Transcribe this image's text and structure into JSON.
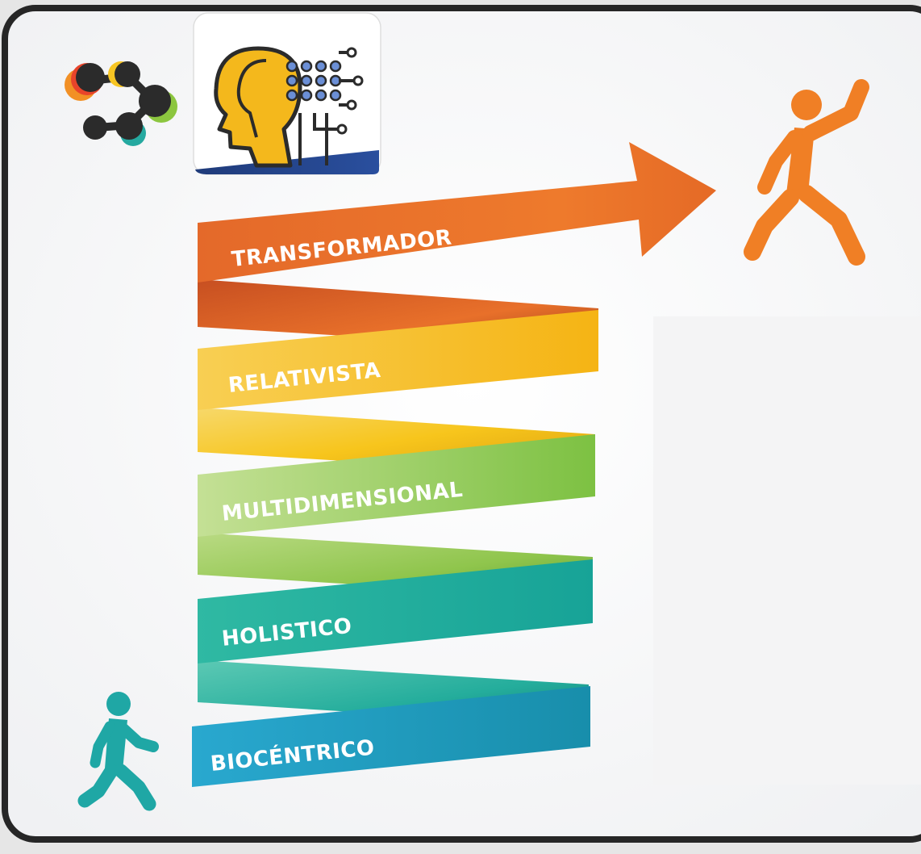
{
  "diagram": {
    "steps": [
      {
        "label": "TRANSFORMADOR",
        "color": "#e8702a"
      },
      {
        "label": "RELATIVISTA",
        "color": "#f6c31d"
      },
      {
        "label": "MULTIDIMENSIONAL",
        "color": "#9fcd55"
      },
      {
        "label": "HOLISTICO",
        "color": "#25b0a0"
      },
      {
        "label": "BIOCÉNTRICO",
        "color": "#1e9cc0"
      }
    ]
  },
  "icons": {
    "molecule": "molecule-icon",
    "brain": "ai-head-icon",
    "runner_start": "walking-person-icon",
    "runner_goal": "celebrating-person-icon",
    "arrow": "arrow-right-icon"
  },
  "colors": {
    "frame": "#262626",
    "panel": "#f7f7f8",
    "orange": "#e8702a",
    "yellow": "#f6c31d",
    "green": "#9fcd55",
    "teal": "#25b0a0",
    "blue": "#1e9cc0",
    "runner_orange": "#f07f25",
    "runner_teal": "#1fa7a5"
  }
}
